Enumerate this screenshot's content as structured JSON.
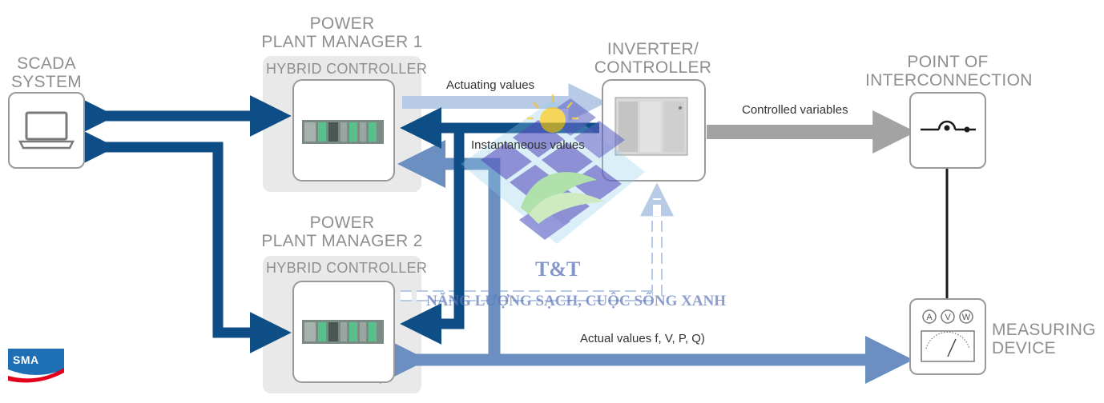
{
  "nodes": {
    "scada": {
      "title_line1": "SCADA",
      "title_line2": "SYSTEM",
      "icon": "laptop-icon"
    },
    "ppm1": {
      "title_line1": "POWER",
      "title_line2": "PLANT MANAGER 1",
      "sub": "HYBRID CONTROLLER",
      "icon": "plc-icon"
    },
    "ppm2": {
      "title_line1": "POWER",
      "title_line2": "PLANT MANAGER 2",
      "sub": "HYBRID CONTROLLER",
      "icon": "plc-icon"
    },
    "inverter": {
      "title_line1": "INVERTER/",
      "title_line2": "CONTROLLER",
      "icon": "inverter-cabinet-icon"
    },
    "poi": {
      "title_line1": "POINT OF",
      "title_line2": "INTERCONNECTION",
      "icon": "switch-icon"
    },
    "meter": {
      "title_line1": "MEASURING",
      "title_line2": "DEVICE",
      "icon": "meter-icon",
      "dial_labels": [
        "A",
        "V",
        "W"
      ]
    }
  },
  "arrows": {
    "actuating": "Actuating values",
    "instantaneous": "Instantaneous values",
    "controlled": "Controlled variables",
    "actual": "Actual values f, V, P, Q)"
  },
  "logo": {
    "text": "SMA",
    "colors": {
      "blue": "#1f6fb5",
      "red": "#e2001a"
    }
  },
  "watermark": {
    "title": "T&T",
    "slogan": "NĂNG LƯỢNG SẠCH, CUỘC SỐNG XANH"
  },
  "colors": {
    "dark_blue": "#0e4d86",
    "mid_blue": "#6a8fc0",
    "light_blue": "#b7cbe6",
    "grey_arrow": "#a3a3a3",
    "panel_grey": "#e9e9e9",
    "box_border": "#9a9a9a"
  }
}
